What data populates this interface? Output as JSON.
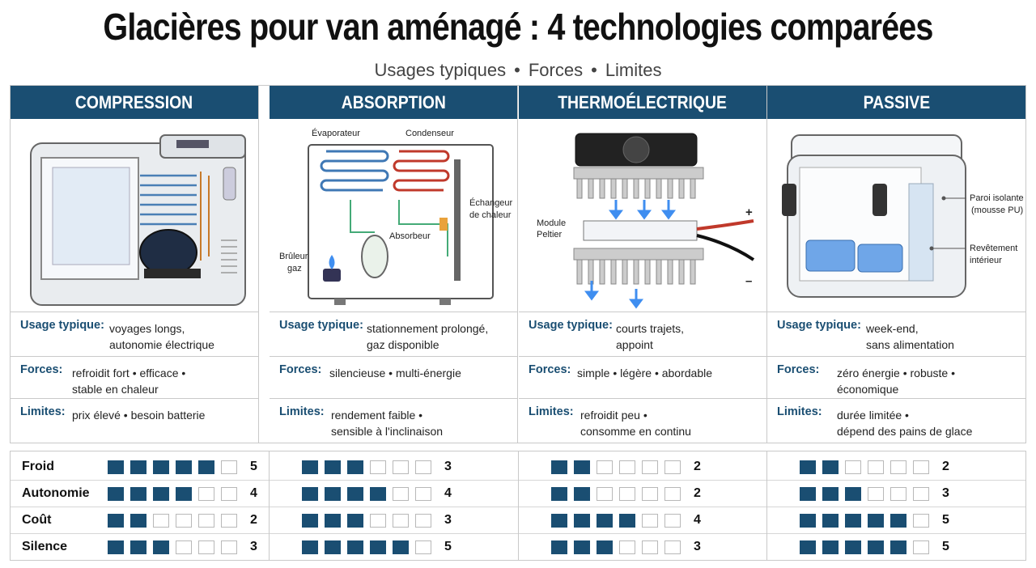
{
  "title": "Glacières pour van aménagé : 4 technologies comparées",
  "subtitle": [
    "Usages typiques",
    "Forces",
    "Limites"
  ],
  "subtitle_sep": "•",
  "labels": {
    "usage": "Usage typique:",
    "forces": "Forces:",
    "limits": "Limites:"
  },
  "columns": [
    {
      "name": "COMPRESSION",
      "usage": [
        "voyages longs,",
        "autonomie électrique"
      ],
      "forces": [
        "refroidit fort • efficace •",
        "stable en chaleur"
      ],
      "limits": [
        "prix élevé • besoin batterie"
      ],
      "diagram_labels": {}
    },
    {
      "name": "ABSORPTION",
      "usage": [
        "stationnement prolongé,",
        "gaz disponible"
      ],
      "forces": [
        "silencieuse • multi-énergie"
      ],
      "limits": [
        "rendement faible •",
        "sensible à l'inclinaison"
      ],
      "diagram_labels": {
        "evap": "Évaporateur",
        "cond": "Condenseur",
        "exch1": "Échangeur",
        "exch2": "de chaleur",
        "burner1": "Brûleur",
        "burner2": "gaz",
        "absorber": "Absorbeur"
      }
    },
    {
      "name": "THERMOÉLECTRIQUE",
      "usage": [
        "courts trajets,",
        "appoint"
      ],
      "forces": [
        "simple • légère • abordable"
      ],
      "limits": [
        "refroidit peu •",
        "consomme en continu"
      ],
      "diagram_labels": {
        "module1": "Module",
        "module2": "Peltier",
        "plus": "+",
        "minus": "–"
      }
    },
    {
      "name": "PASSIVE",
      "usage": [
        "week-end,",
        "sans alimentation"
      ],
      "forces": [
        "zéro énergie • robuste •",
        "économique"
      ],
      "limits": [
        "durée limitée •",
        "dépend des pains de glace"
      ],
      "diagram_labels": {
        "wall1": "Paroi isolante",
        "wall2": "(mousse PU)",
        "coat1": "Revêtement",
        "coat2": "intérieur"
      }
    }
  ],
  "rating_criteria": [
    "Froid",
    "Autonomie",
    "Coût",
    "Silence"
  ],
  "rating_max": 6,
  "ratings": [
    [
      5,
      4,
      2,
      3
    ],
    [
      3,
      4,
      3,
      5
    ],
    [
      2,
      2,
      4,
      3
    ],
    [
      2,
      3,
      5,
      5
    ]
  ],
  "colors": {
    "accent": "#1a4e72",
    "border": "#c9c9c9"
  }
}
